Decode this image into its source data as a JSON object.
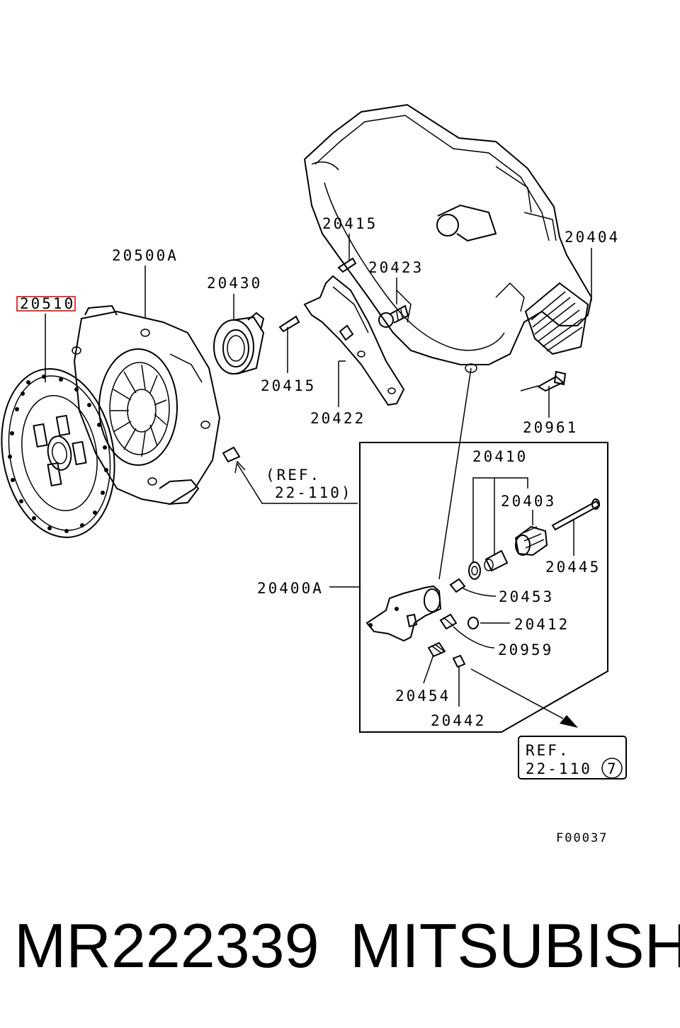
{
  "labels": {
    "p20510": "20510",
    "p20500a": "20500A",
    "p20430": "20430",
    "p20415_top": "20415",
    "p20415_bottom": "20415",
    "p20423": "20423",
    "p20404": "20404",
    "p20422": "20422",
    "p20961": "20961",
    "p20410": "20410",
    "p20403": "20403",
    "p20445": "20445",
    "p20400a": "20400A",
    "p20453": "20453",
    "p20412": "20412",
    "p20959": "20959",
    "p20454": "20454",
    "p20442": "20442",
    "ref_a_line1": "(REF.",
    "ref_a_line2": "22-110)",
    "ref_b_line1": "REF.",
    "ref_b_line2": "22-110",
    "ref_b_circle": "7",
    "figure_code": "F00037"
  },
  "footer": {
    "part_number": "MR222339",
    "brand": "MITSUBISHI"
  },
  "highlight": {
    "target": "20510",
    "color": "#e8383c"
  }
}
